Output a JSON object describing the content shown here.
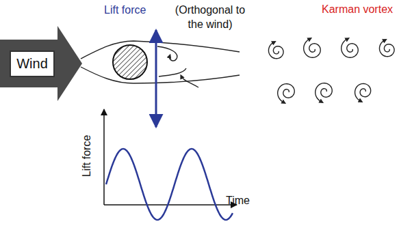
{
  "diagram": {
    "nodes": [
      {
        "text": [
          "Wind"
        ]
      }
    ],
    "labels": [
      "Lift force",
      "(Orthogonal to the wind)",
      "Karman vortex",
      "Lift force",
      "Time"
    ]
  }
}
